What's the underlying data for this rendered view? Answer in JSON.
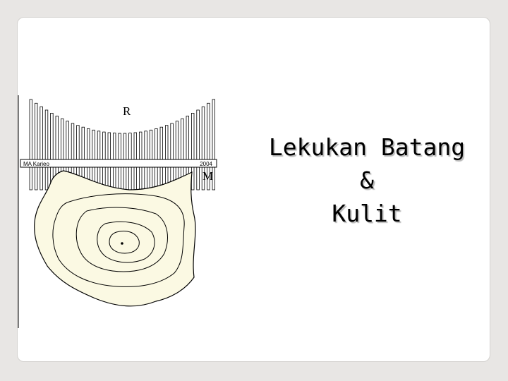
{
  "slide": {
    "title_lines": [
      "Lekukan Batang",
      "&",
      "Kulit"
    ]
  },
  "figure": {
    "top_label": "R",
    "side_label": "M",
    "author_label": "MA Karieo",
    "year_label": "2004"
  },
  "colors": {
    "background": "#e8e6e4",
    "slide": "#ffffff",
    "wood": "#fbf9e3",
    "ink": "#000000"
  }
}
